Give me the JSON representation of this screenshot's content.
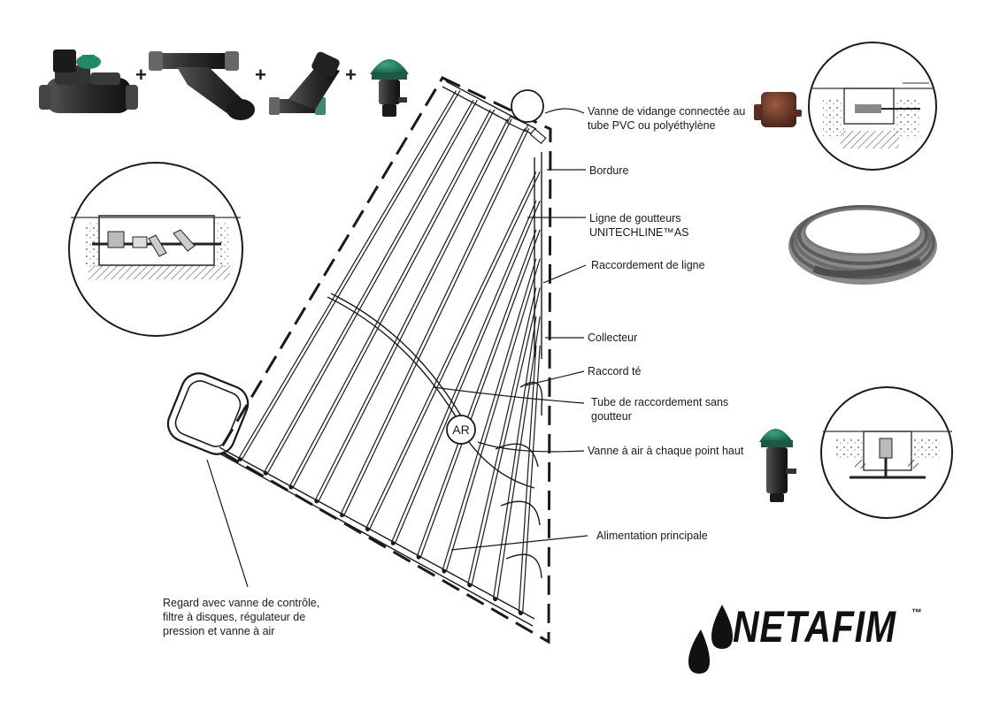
{
  "labels": {
    "vanne_vidange": "Vanne de vidange connectée au\ntube PVC ou polyéthylène",
    "bordure": "Bordure",
    "ligne_goutteurs": "Ligne de goutteurs\nUNITECHLINE™AS",
    "raccordement_ligne": "Raccordement de ligne",
    "collecteur": "Collecteur",
    "raccord_te": "Raccord té",
    "tube_raccordement": "Tube de raccordement sans\ngoutteur",
    "vanne_air": "Vanne à air à chaque point haut",
    "alimentation": "Alimentation principale",
    "regard": "Regard avec vanne de contrôle,\nfiltre à disques, régulateur de\npression  et vanne à air"
  },
  "ar_label": "AR",
  "plus_sign": "+",
  "brand": {
    "name": "NETAFIM",
    "trademark": "™"
  },
  "colors": {
    "line": "#1a1a1a",
    "green_cap": "#1f7a5a",
    "dark_body": "#2c2c2c",
    "brown_valve": "#6b3b2a",
    "hose_gray": "#7a7a7a"
  }
}
